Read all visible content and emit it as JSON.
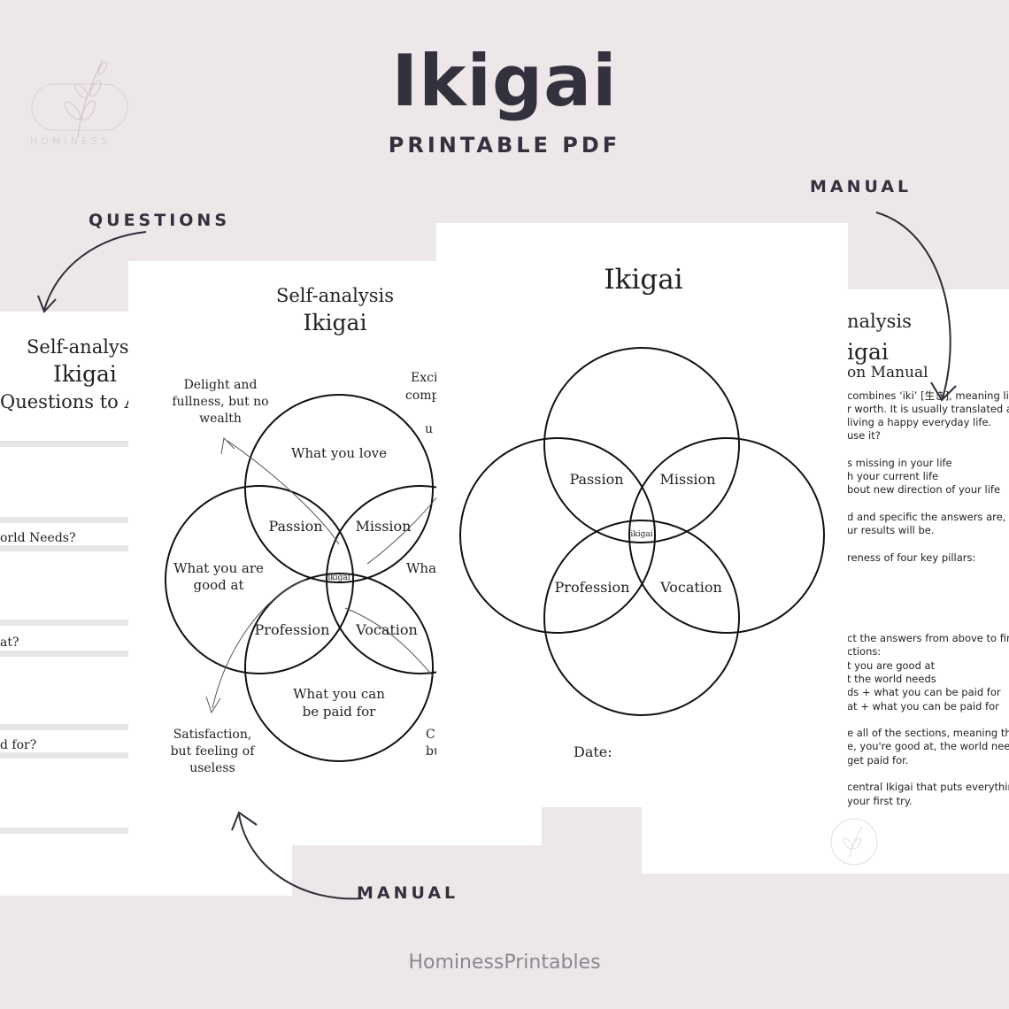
{
  "header": {
    "title": "Ikigai",
    "subtitle": "PRINTABLE PDF"
  },
  "brand": {
    "logo_text": "HOMINESS",
    "footer": "HominessPrintables"
  },
  "callouts": {
    "questions": "QUESTIONS",
    "manual_top": "MANUAL",
    "manual_bottom": "MANUAL"
  },
  "page_questions": {
    "title1": "Self-analysis",
    "title2": "Ikigai",
    "title3": "Questions to An",
    "q1": "orld Needs?",
    "q2": "at?",
    "q3": "d for?"
  },
  "page_self": {
    "title1": "Self-analysis",
    "title2": "Ikigai",
    "circle_top": "What you love",
    "circle_left_1": "What you are",
    "circle_left_2": "good at",
    "circle_bottom_1": "What you can",
    "circle_bottom_2": "be paid for",
    "circle_right": "What",
    "passion": "Passion",
    "mission": "Mission",
    "profession": "Profession",
    "vocation": "Vocation",
    "center": "ikigai",
    "note_tl_1": "Delight and",
    "note_tl_2": "fullness, but no",
    "note_tl_3": "wealth",
    "note_bl_1": "Satisfaction,",
    "note_bl_2": "but feeling of",
    "note_bl_3": "useless",
    "note_tr_1": "Exci",
    "note_tr_2": "comp",
    "note_tr_3": "u",
    "note_br_1": "C",
    "note_br_2": "bu"
  },
  "page_blank": {
    "title": "Ikigai",
    "passion": "Passion",
    "mission": "Mission",
    "profession": "Profession",
    "vocation": "Vocation",
    "center": "ikigai",
    "date": "Date:"
  },
  "page_manual": {
    "title1": "nalysis",
    "title2": "igai",
    "title3": "on Manual",
    "lines": [
      "combines ‘iki’ [生き], meaning life",
      "r worth. It is usually translated as",
      "living a happy everyday life.",
      "use it?",
      "s missing in your life",
      "h your current life",
      "bout new direction of your life",
      "d and specific the answers are, the",
      "ur results will be.",
      "reness of four key pillars:",
      "ct the answers from above to find",
      "ctions:",
      "t you are good at",
      "t the world needs",
      "ds + what you can be paid for",
      "at + what you can be paid for",
      "e all of the sections, meaning that",
      "e, you're good at, the world needs",
      "get paid for.",
      "central Ikigai that puts everything",
      "your first try."
    ]
  }
}
